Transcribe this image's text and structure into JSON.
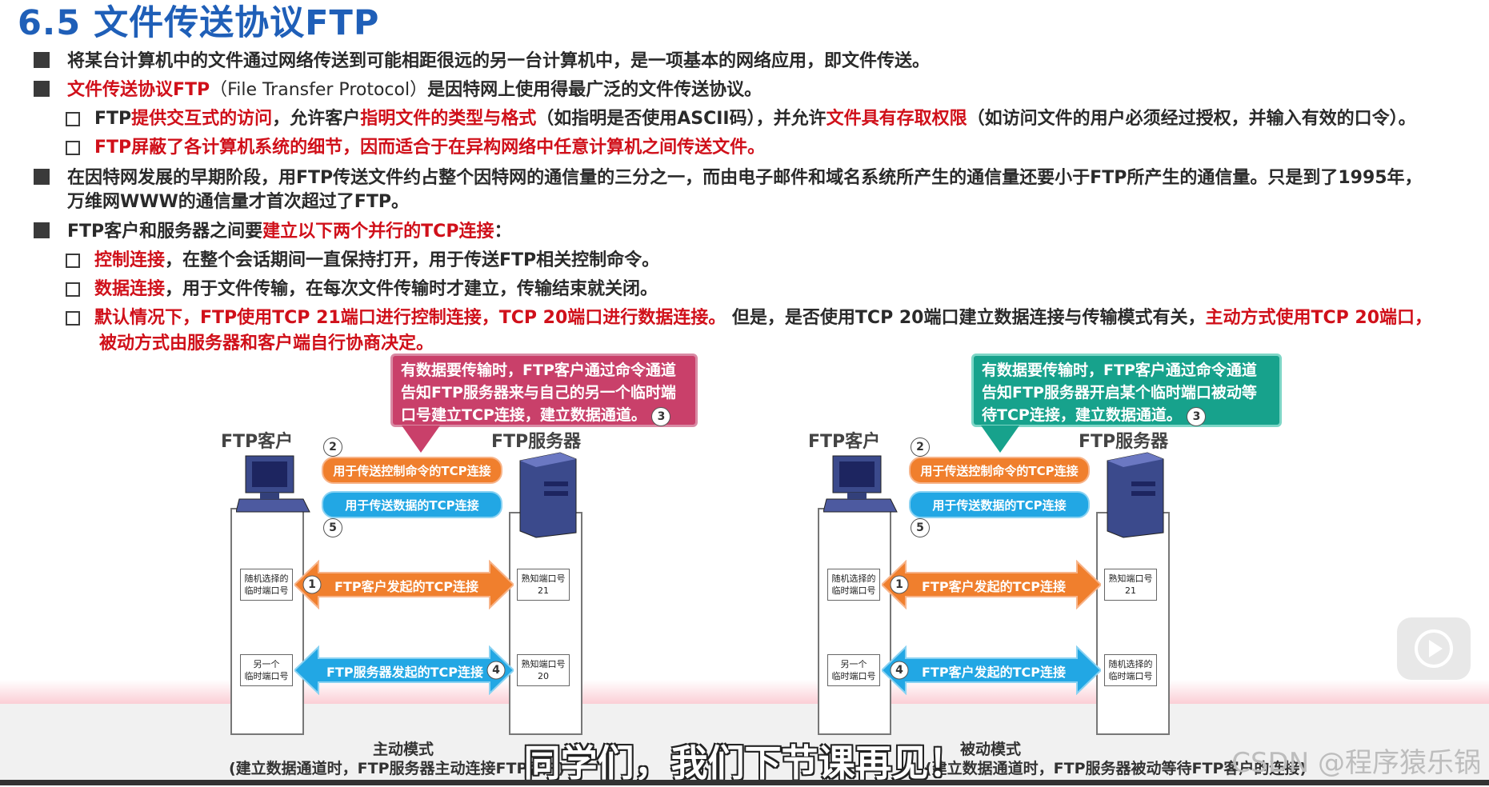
{
  "title": "6.5 文件传送协议FTP",
  "bullets": {
    "b1": "将某台计算机中的文件通过网络传送到可能相距很远的另一台计算机中，是一项基本的网络应用，即文件传送。",
    "b2_red": "文件传送协议FTP",
    "b2_paren": "（File Transfer Protocol）",
    "b2_rest": "是因特网上使用得最广泛的文件传送协议。",
    "s1_a": "FTP",
    "s1_b": "提供交互式的访问",
    "s1_c": "，允许客户",
    "s1_d": "指明文件的类型与格式",
    "s1_e": "（如指明是否使用ASCII码），并允许",
    "s1_f": "文件具有存取权限",
    "s1_g": "（如访问文件的用户必须经过授权，并输入有效的口令）。",
    "s2": "FTP屏蔽了各计算机系统的细节，因而适合于在异构网络中任意计算机之间传送文件。",
    "b3_l1": "在因特网发展的早期阶段，用FTP传送文件约占整个因特网的通信量的三分之一，而由电子邮件和域名系统所产生的通信量还要小于FTP所产生的通信量。只是到了1995年，",
    "b3_l2": "万维网WWW的通信量才首次超过了FTP。",
    "b4_a": "FTP客户和服务器之间要",
    "b4_b": "建立以下两个并行的TCP连接",
    "b4_c": "：",
    "s3_a": "控制连接",
    "s3_b": "，在整个会话期间一直保持打开，用于传送FTP相关控制命令。",
    "s4_a": "数据连接",
    "s4_b": "，用于文件传输，在每次文件传输时才建立，传输结束就关闭。",
    "s5_a": "默认情况下，FTP使用TCP 21端口进行控制连接，TCP 20端口进行数据连接。",
    "s5_b": " 但是，是否使用TCP 20端口建立数据连接与传输模式有关，",
    "s5_c": "主动方式使用TCP 20端口，",
    "s5_d": "被动方式由服务器和客户端自行协商决定。"
  },
  "diagram_left": {
    "callout": [
      "有数据要传输时，FTP客户通过命令通道",
      "告知FTP服务器来与自己的另一个临时端",
      "口号建立TCP连接，建立数据通道。"
    ],
    "client_label": "FTP客户",
    "server_label": "FTP服务器",
    "control_pill": "用于传送控制命令的TCP连接",
    "data_pill": "用于传送数据的TCP连接",
    "client_port1": [
      "随机选择的",
      "临时端口号"
    ],
    "server_port1": [
      "熟知端口号",
      "21"
    ],
    "client_port2": [
      "另一个",
      "临时端口号"
    ],
    "server_port2": [
      "熟知端口号",
      "20"
    ],
    "arrow1": "FTP客户发起的TCP连接",
    "arrow2": "FTP服务器发起的TCP连接",
    "caption1": "主动模式",
    "caption2": "(建立数据通道时，FTP服务器主动连接FTP客户)"
  },
  "diagram_right": {
    "callout": [
      "有数据要传输时，FTP客户通过命令通道",
      "告知FTP服务器开启某个临时端口被动等",
      "待TCP连接，建立数据通道。"
    ],
    "client_label": "FTP客户",
    "server_label": "FTP服务器",
    "control_pill": "用于传送控制命令的TCP连接",
    "data_pill": "用于传送数据的TCP连接",
    "client_port1": [
      "随机选择的",
      "临时端口号"
    ],
    "server_port1": [
      "熟知端口号",
      "21"
    ],
    "client_port2": [
      "另一个",
      "临时端口号"
    ],
    "server_port2": [
      "随机选择的",
      "临时端口号"
    ],
    "arrow1": "FTP客户发起的TCP连接",
    "arrow2": "FTP客户发起的TCP连接",
    "caption1": "被动模式",
    "caption2": "(建立数据通道时，FTP服务器被动等待FTP客户的连接)"
  },
  "steps": {
    "s1": "1",
    "s2": "2",
    "s3": "3",
    "s4": "4",
    "s5": "5"
  },
  "subtitle": "同学们，我们下节课再见！",
  "watermark": "CSDN @程序猿乐锅",
  "colors": {
    "title": "#1f5fb8",
    "emphasis": "#d0101a",
    "control": "#f07f2d",
    "data": "#22a7e4",
    "callout_active": "#c9406a",
    "callout_passive": "#17a28c"
  }
}
